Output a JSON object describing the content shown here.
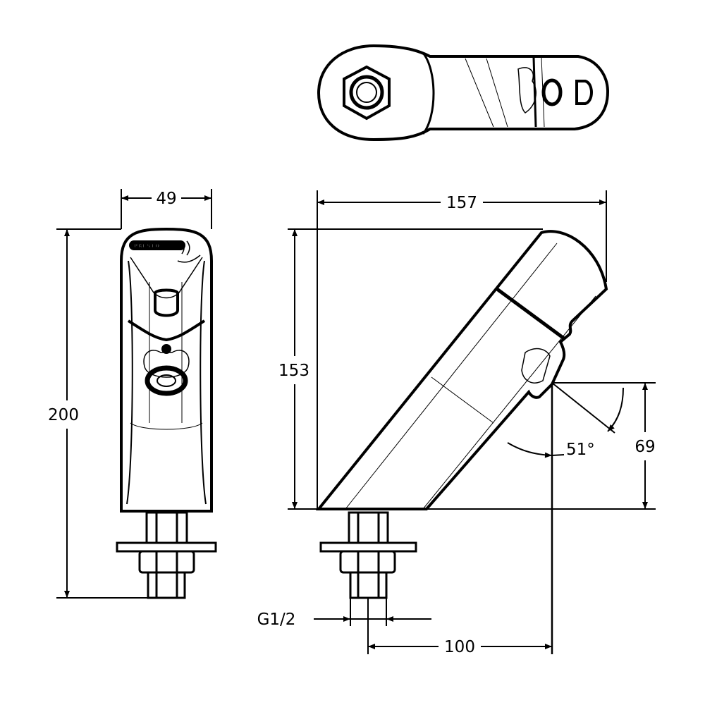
{
  "drawing": {
    "logo_text": "PRESTO",
    "dimensions": {
      "width_front": "49",
      "total_height": "200",
      "total_length": "157",
      "body_height": "153",
      "spout_height": "69",
      "spout_angle": "51°",
      "thread": "G1/2",
      "spout_reach": "100"
    },
    "colors": {
      "line": "#000000",
      "background": "#ffffff"
    }
  }
}
